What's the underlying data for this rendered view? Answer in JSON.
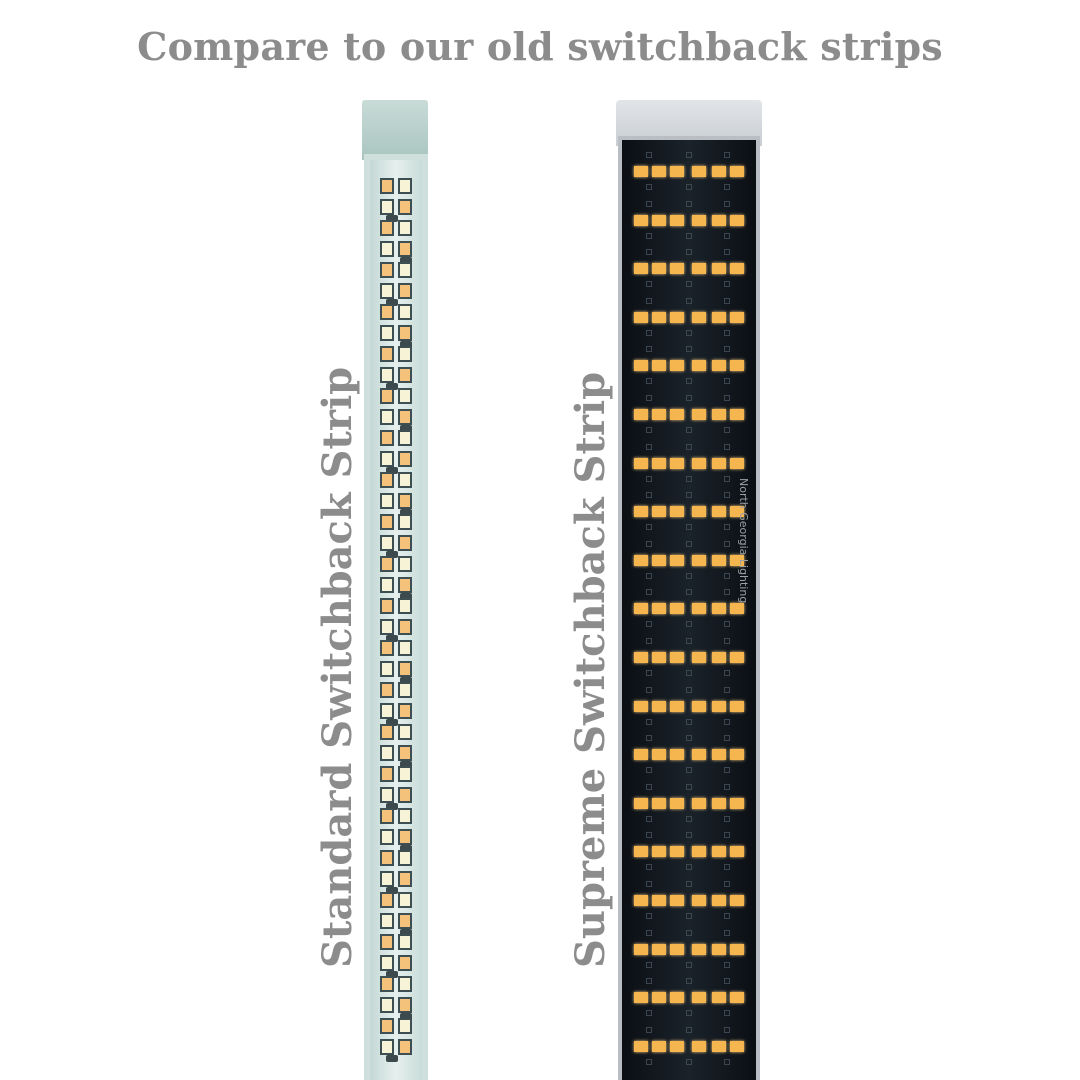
{
  "title": "Compare to our old switchback strips",
  "labels": {
    "standard": "Standard Switchback Strip",
    "supreme": "Supreme Switchback Strip"
  },
  "strip_marking": "North Georgia Lighting",
  "colors": {
    "text": "#8c8c8c",
    "standard_pcb": "#cfe0dc",
    "supreme_pcb": "#0b0f14",
    "led_warm": "#f4c27a",
    "led_cool": "#f7f3d6",
    "led_amber": "#f6b64f"
  }
}
